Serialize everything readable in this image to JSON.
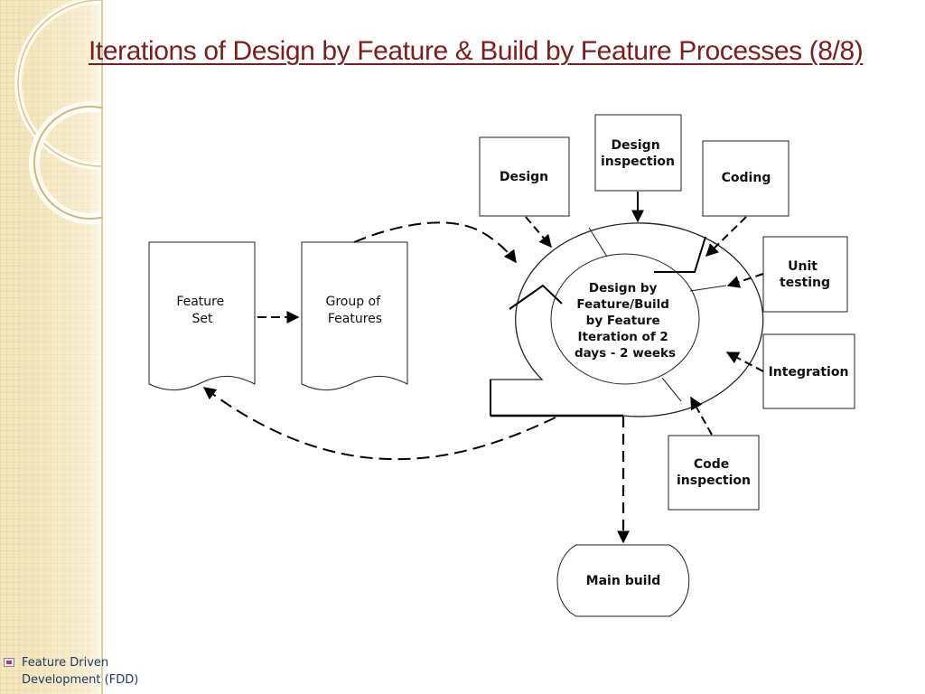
{
  "title": "Iterations of Design by Feature & Build by Feature Processes (8/8)",
  "diagram": {
    "feature_set": [
      "Feature",
      "Set"
    ],
    "group_of_features": [
      "Group of",
      "Features"
    ],
    "center": [
      "Design by",
      "Feature/Build",
      "by Feature",
      "Iteration of 2",
      "days - 2 weeks"
    ],
    "design": [
      "Design"
    ],
    "design_inspection": [
      "Design",
      "inspection"
    ],
    "coding": [
      "Coding"
    ],
    "unit_testing": [
      "Unit",
      "testing"
    ],
    "integration": [
      "Integration"
    ],
    "code_inspection": [
      "Code",
      "inspection"
    ],
    "main_build": [
      "Main build"
    ]
  },
  "footer": {
    "icon": "slide-icon",
    "text": "Feature Driven\nDevelopment (FDD)"
  },
  "colors": {
    "title": "#7a1f1a",
    "sidebar": "#f3e4b6",
    "footer_text": "#1f3a66"
  }
}
